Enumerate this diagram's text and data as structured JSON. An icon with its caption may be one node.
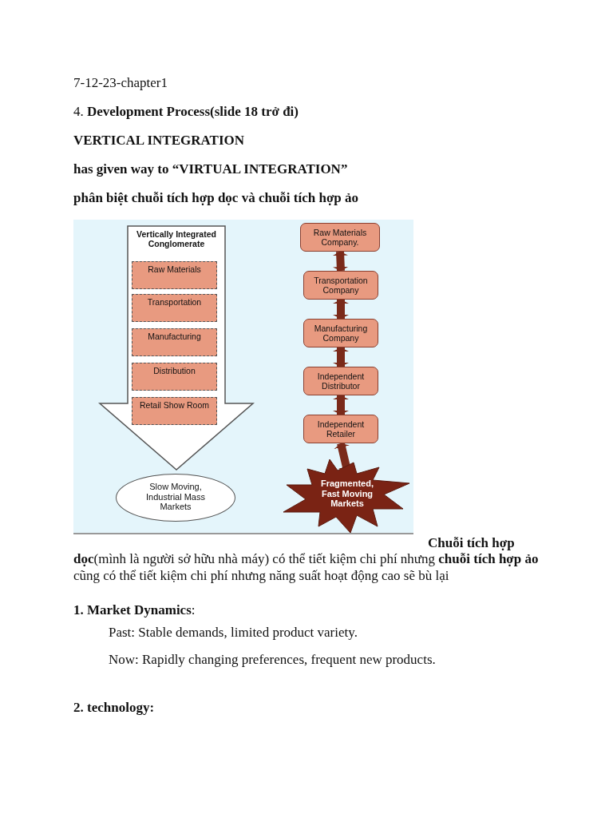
{
  "diagram": {
    "nodes": [
      {
        "text": [
          "Vertically Integrated Conglomerate"
        ]
      },
      {
        "text": [
          "Raw Materials"
        ],
        "in": 0
      },
      {
        "text": [
          "Transportation"
        ],
        "in": 0
      },
      {
        "text": [
          "Manufacturing"
        ],
        "in": 0
      },
      {
        "text": [
          "Distribution"
        ],
        "in": 0
      },
      {
        "text": [
          "Retail Show Room"
        ],
        "in": 0
      },
      {
        "text": [
          "Slow Moving, Industrial Mass Markets"
        ]
      },
      {
        "text": [
          "Raw Materials Company."
        ]
      },
      {
        "text": [
          "Transportation Company"
        ]
      },
      {
        "text": [
          "Manufacturing Company"
        ]
      },
      {
        "text": [
          "Independent Distributor"
        ]
      },
      {
        "text": [
          "Independent Retailer"
        ]
      },
      {
        "text": [
          "Fragmented, Fast Moving Markets"
        ]
      }
    ],
    "edges": [
      {
        "from": 7,
        "to": 8,
        "arrow": "both"
      },
      {
        "from": 8,
        "to": 9,
        "arrow": "both"
      },
      {
        "from": 9,
        "to": 10,
        "arrow": "both"
      },
      {
        "from": 10,
        "to": 11,
        "arrow": "both"
      },
      {
        "from": 11,
        "to": 12,
        "arrow": "both"
      }
    ],
    "labels": [
      "7-12-23-chapter1",
      "4. **Development Process(slide 18 trở đi)**",
      "VERTICAL INTEGRATION",
      "has given way to “VIRTUAL INTEGRATION”",
      "phân biệt chuỗi tích hợp dọc và chuỗi tích hợp ảo",
      "**Chuỗi tích hợp dọc**(mình là người sở hữu nhà máy) có thể tiết kiệm chi phí nhưng **chuỗi tích hợp ảo** cũng có thể tiết kiệm chi phí nhưng năng suất hoạt động cao sẽ bù lại",
      "**1. Market Dynamics**:",
      "Past: Stable demands, limited product variety.",
      "Now: Rapidly changing preferences, frequent new products.",
      "2. technology:"
    ]
  }
}
